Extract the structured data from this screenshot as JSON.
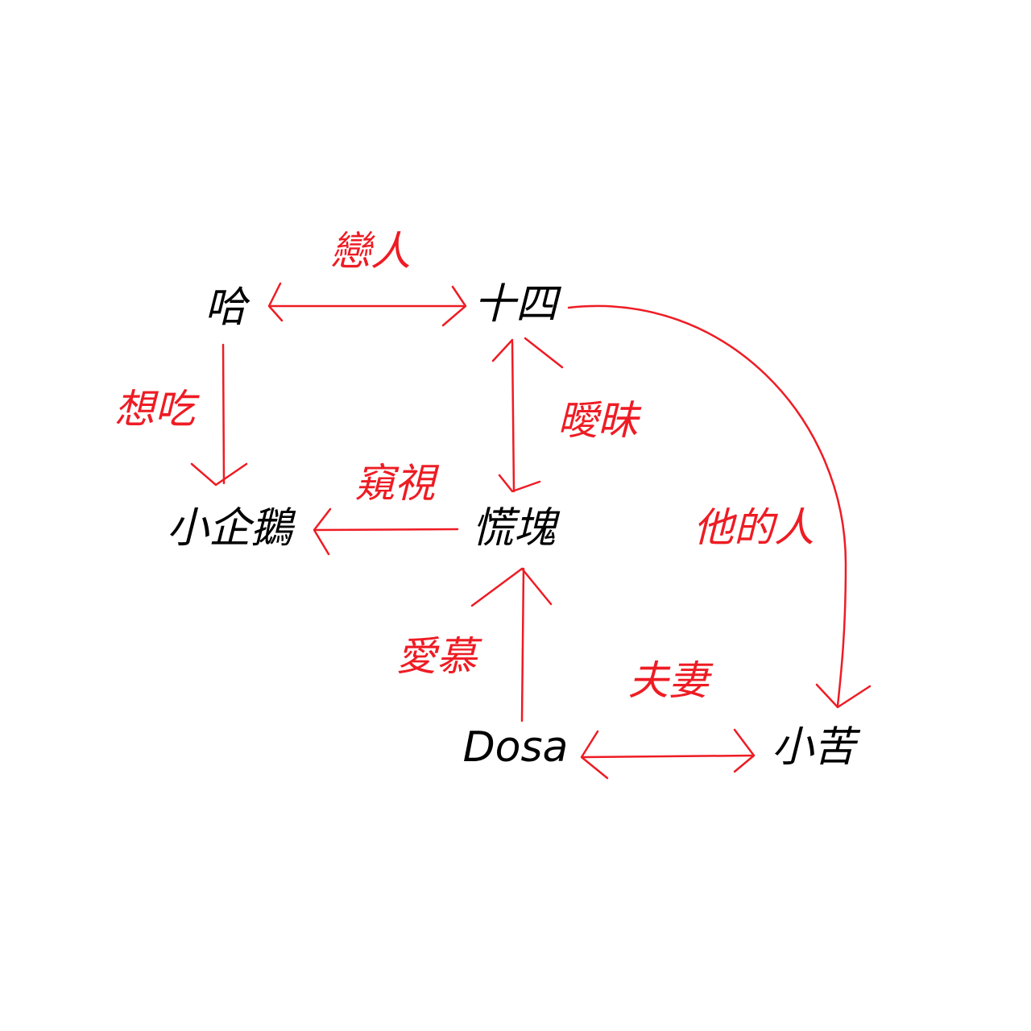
{
  "nodes": {
    "ha": "哈",
    "shisi": "十四",
    "penguin": "小企鵝",
    "huangkuai": "慌塊",
    "dosa": "Dosa",
    "xiaoku": "小苦"
  },
  "relations": {
    "ha_shisi": "戀人",
    "ha_penguin": "想吃",
    "huangkuai_penguin": "窺視",
    "shisi_huangkuai": "曖昧",
    "dosa_huangkuai": "愛慕",
    "shisi_xiaoku": "他的人",
    "dosa_xiaoku": "夫妻"
  },
  "colors": {
    "edge": "#ee1c24",
    "node": "#000000"
  }
}
